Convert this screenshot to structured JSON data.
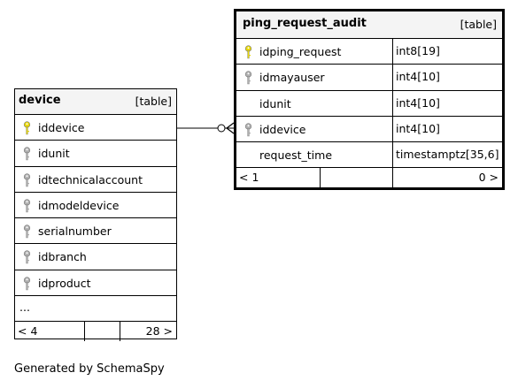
{
  "device": {
    "name": "device",
    "kind": "[table]",
    "columns": [
      {
        "name": "iddevice",
        "key": "primary"
      },
      {
        "name": "idunit",
        "key": "foreign"
      },
      {
        "name": "idtechnicalaccount",
        "key": "foreign"
      },
      {
        "name": "idmodeldevice",
        "key": "foreign"
      },
      {
        "name": "serialnumber",
        "key": "foreign"
      },
      {
        "name": "idbranch",
        "key": "foreign"
      },
      {
        "name": "idproduct",
        "key": "foreign"
      }
    ],
    "more": "...",
    "parents": "< 4",
    "children": "28 >"
  },
  "ping": {
    "name": "ping_request_audit",
    "kind": "[table]",
    "columns": [
      {
        "name": "idping_request",
        "type": "int8[19]",
        "key": "primary"
      },
      {
        "name": "idmayauser",
        "type": "int4[10]",
        "key": "foreign"
      },
      {
        "name": "idunit",
        "type": "int4[10]",
        "key": "none"
      },
      {
        "name": "iddevice",
        "type": "int4[10]",
        "key": "foreign"
      },
      {
        "name": "request_time",
        "type": "timestamptz[35,6]",
        "key": "none"
      }
    ],
    "parents": "< 1",
    "children": "0 >"
  },
  "caption": "Generated by SchemaSpy",
  "colors": {
    "primary_key": "#e8d80a",
    "foreign_key": "#b0b0b0",
    "header_bg": "#f4f4f4"
  }
}
